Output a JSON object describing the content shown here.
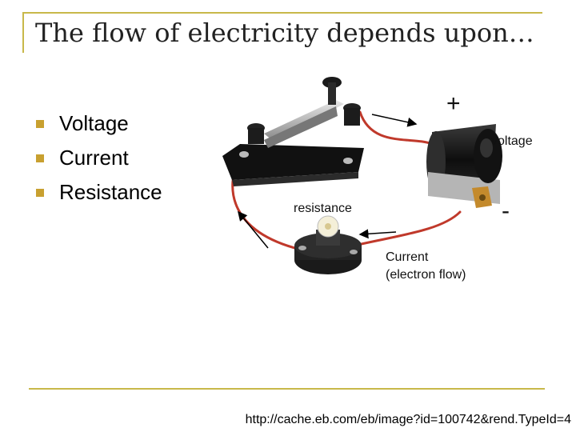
{
  "slide": {
    "title": "The flow of electricity depends upon…",
    "bullets": [
      "Voltage",
      "Current",
      "Resistance"
    ],
    "source_url": "http://cache.eb.com/eb/image?id=100742&rend.TypeId=4"
  },
  "diagram": {
    "plus_label": "+",
    "voltage_label": "voltage",
    "minus_label": "-",
    "resistance_label": "resistance",
    "current_label_line1": "Current",
    "current_label_line2": "(electron flow)"
  },
  "colors": {
    "accent": "#c8b84a",
    "bullet": "#c8a030",
    "wire": "#c0392b"
  }
}
